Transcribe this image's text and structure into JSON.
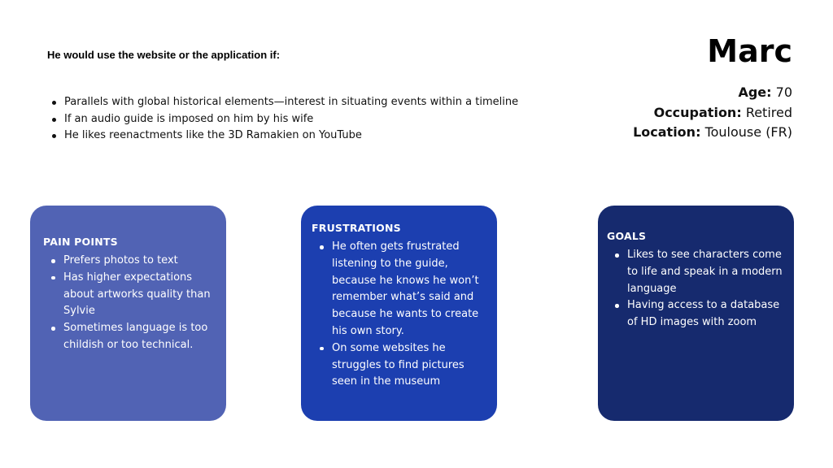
{
  "intro": "He would use the website or the application if:",
  "criteria": [
    "Parallels with global historical elements—interest in situating events within a timeline",
    "If an audio guide is imposed on him by his wife",
    "He likes reenactments like the 3D Ramakien on YouTube"
  ],
  "persona": {
    "name": "Marc",
    "age_label": "Age:",
    "age_value": "70",
    "occupation_label": "Occupation:",
    "occupation_value": "Retired",
    "location_label": "Location:",
    "location_value": "Toulouse (FR)"
  },
  "cards": {
    "pain_points": {
      "title": "PAIN POINTS",
      "color": "#5163b4",
      "items": [
        "Prefers photos to text",
        "Has higher expectations about artworks quality than Sylvie",
        "Sometimes language is too childish or too technical."
      ]
    },
    "frustrations": {
      "title": "FRUSTRATIONS",
      "color": "#1c3fb0",
      "items": [
        "He often gets frustrated listening to the guide, because he knows he won’t remember what’s said and because he wants to create his own story.",
        "On some websites he struggles to find pictures seen in the museum"
      ]
    },
    "goals": {
      "title": "GOALS",
      "color": "#162a6e",
      "items": [
        "Likes to see characters come to life and speak in a modern language",
        "Having access to a database of HD images with zoom"
      ]
    }
  }
}
